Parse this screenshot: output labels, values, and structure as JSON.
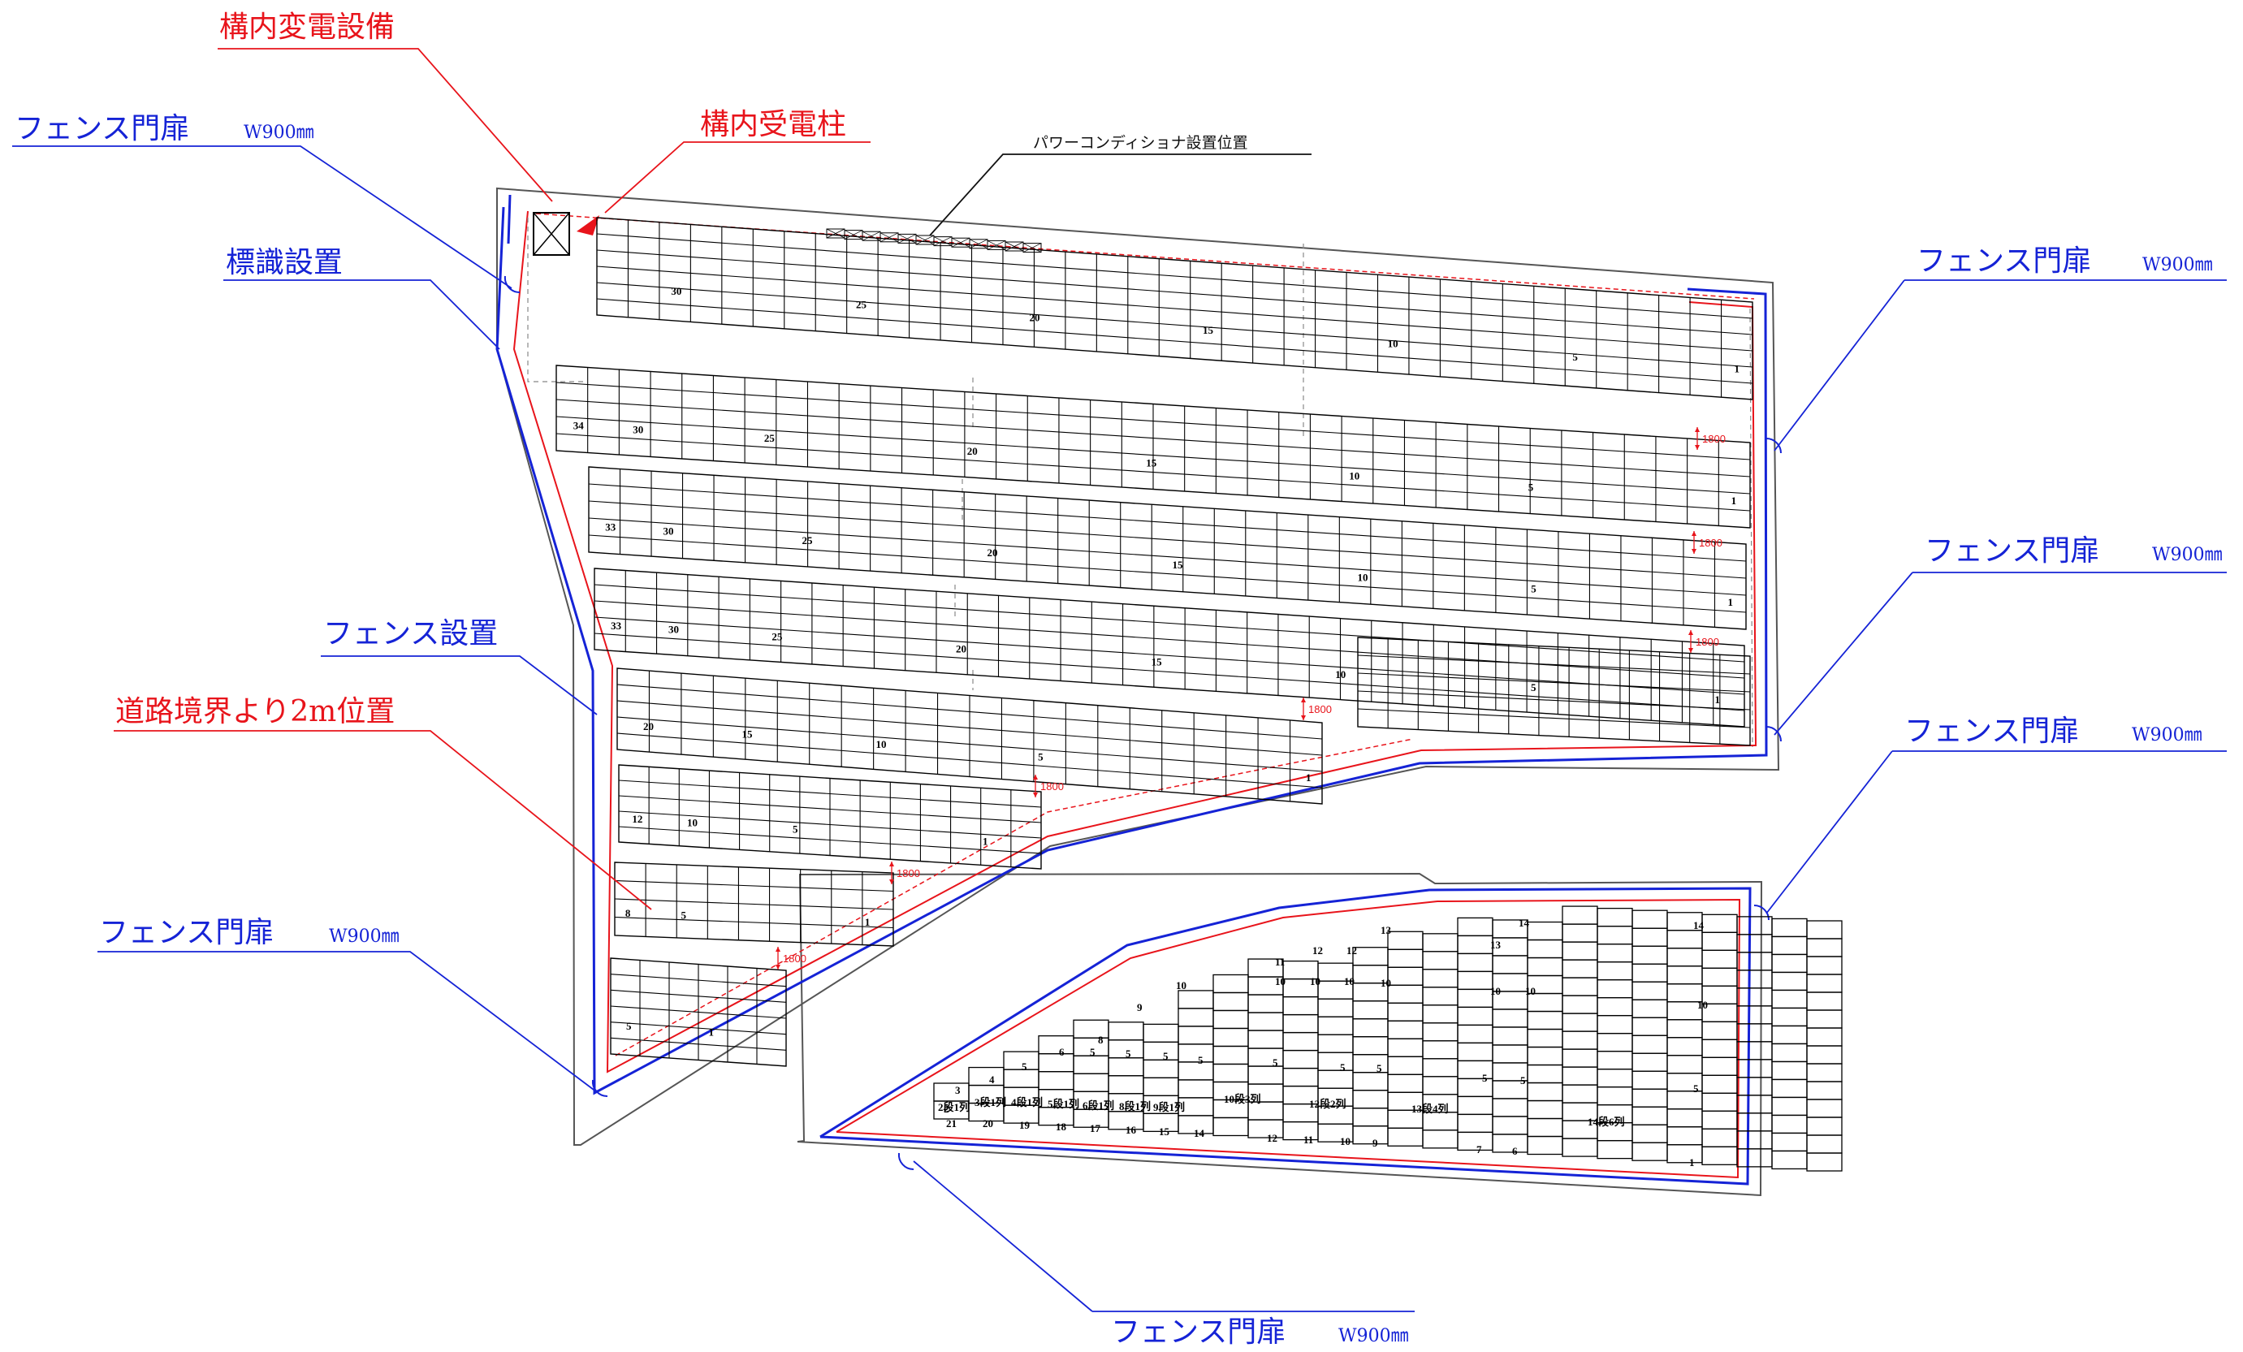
{
  "labels": {
    "substation": "構内変電設備",
    "fence_gate_1": "フェンス門扉",
    "fence_gate_1_w": "W900㎜",
    "receiving_pole": "構内受電柱",
    "pcs_location": "パワーコンディショナ設置位置",
    "sign": "標識設置",
    "fence_install": "フェンス設置",
    "setback": "道路境界より2m位置",
    "fence_gate_2": "フェンス門扉",
    "fence_gate_2_w": "W900㎜",
    "fence_gate_3": "フェンス門扉",
    "fence_gate_3_w": "W900㎜",
    "fence_gate_4": "フェンス門扉",
    "fence_gate_4_w": "W900㎜",
    "fence_gate_5": "フェンス門扉",
    "fence_gate_5_w": "W900㎜",
    "fence_gate_6": "フェンス門扉",
    "fence_gate_6_w": "W900㎜"
  },
  "spacing_label": "1800",
  "colors": {
    "boundary": "#444444",
    "fence": "#1523d6",
    "setback_line": "#e8141b",
    "leader_red": "#e8141b",
    "leader_blue": "#1523d6",
    "panels": "#000000"
  },
  "upper_rows": [
    {
      "numbers": [
        "30",
        "25",
        "20",
        "15",
        "10",
        "5",
        "1"
      ]
    },
    {
      "numbers": [
        "34",
        "30",
        "25",
        "20",
        "15",
        "10",
        "5",
        "1"
      ]
    },
    {
      "numbers": [
        "33",
        "30",
        "25",
        "20",
        "15",
        "10",
        "5",
        "1"
      ]
    },
    {
      "numbers": [
        "33",
        "30",
        "25",
        "20",
        "15",
        "10",
        "5",
        "1"
      ]
    },
    {
      "numbers": [
        "20",
        "15",
        "10",
        "5",
        "1"
      ]
    },
    {
      "numbers": [
        "12",
        "10",
        "5",
        "1"
      ]
    },
    {
      "numbers": [
        "8",
        "5",
        "1"
      ]
    },
    {
      "numbers": [
        "5",
        "1"
      ]
    }
  ],
  "lower_labels": [
    "14",
    "14",
    "13",
    "13",
    "12",
    "12",
    "11",
    "10",
    "10",
    "10",
    "10",
    "10",
    "10",
    "10",
    "10",
    "9",
    "8",
    "6",
    "5",
    "5",
    "5",
    "5",
    "5",
    "5",
    "5",
    "5",
    "5",
    "5",
    "5",
    "4",
    "3",
    "2",
    "4段1列",
    "5段1列",
    "6段1列",
    "8段1列",
    "9段1列",
    "10段3列",
    "12段2列",
    "13段4列",
    "14段6列",
    "3段1列",
    "2段1列",
    "21",
    "20",
    "19",
    "18",
    "17",
    "16",
    "15",
    "14",
    "12",
    "11",
    "10",
    "9",
    "7",
    "6",
    "1"
  ]
}
